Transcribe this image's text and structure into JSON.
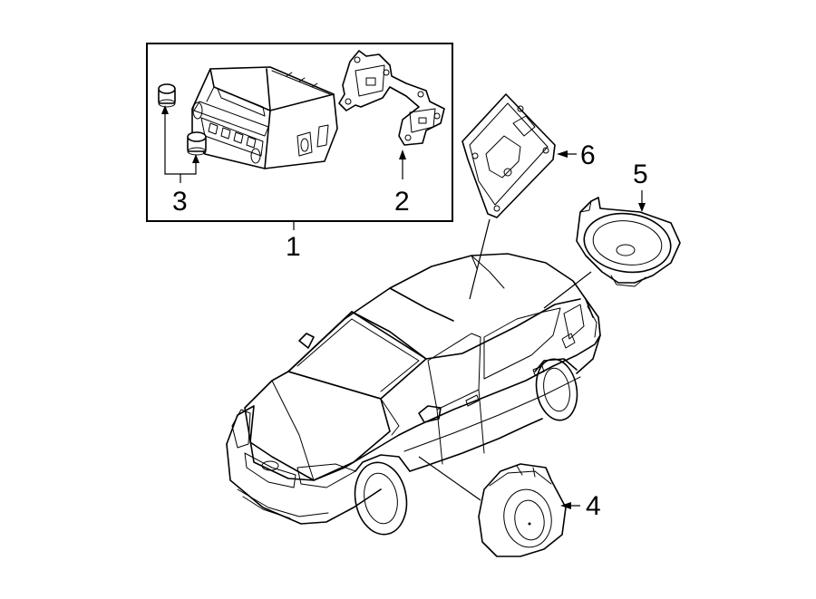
{
  "callouts": {
    "c1": "1",
    "c2": "2",
    "c3": "3",
    "c4": "4",
    "c5": "5",
    "c6": "6"
  },
  "colors": {
    "line": "#000000",
    "background": "#ffffff"
  },
  "parts": [
    {
      "callout": "1",
      "name": "radio-assembly"
    },
    {
      "callout": "2",
      "name": "mounting-bracket"
    },
    {
      "callout": "3",
      "name": "knob"
    },
    {
      "callout": "4",
      "name": "front-door-speaker"
    },
    {
      "callout": "5",
      "name": "rear-shelf-speaker"
    },
    {
      "callout": "6",
      "name": "amplifier-module"
    }
  ]
}
